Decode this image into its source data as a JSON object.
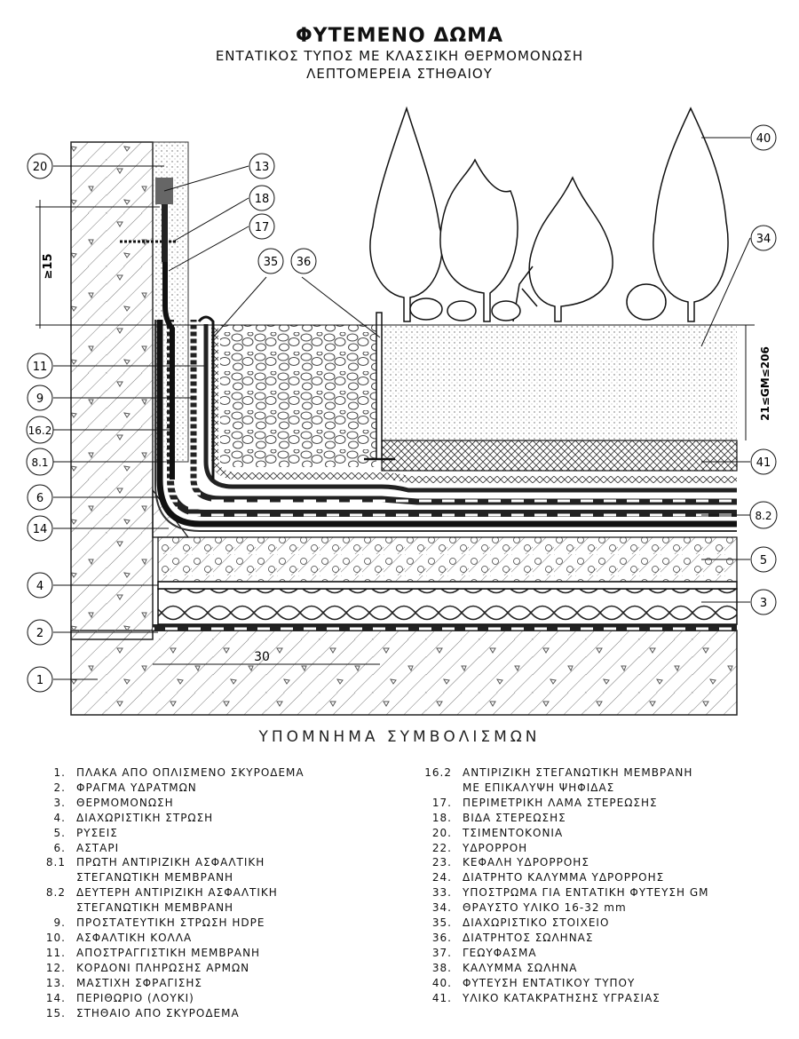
{
  "title": "ΦΥΤΕΜΕΝΟ ΔΩΜΑ",
  "subtitle": "ΕΝΤΑΤΙΚΟΣ ΤΥΠΟΣ ΜΕ ΚΛΑΣΣΙΚΗ ΘΕΡΜΟΜΟΝΩΣΗ",
  "subtitle2": "ΛΕΠΤΟΜΕΡΕΙΑ ΣΤΗΘΑΙΟΥ",
  "dimensions": {
    "parapet_height": "≥15",
    "horizontal": "30",
    "soil_depth": "21≤GM≤206"
  },
  "callouts": {
    "c1": "1",
    "c2": "2",
    "c3": "3",
    "c4": "4",
    "c5": "5",
    "c6": "6",
    "c8_1": "8.1",
    "c8_2": "8.2",
    "c9": "9",
    "c11": "11",
    "c13": "13",
    "c14": "14",
    "c16_2": "16.2",
    "c17": "17",
    "c18": "18",
    "c20": "20",
    "c34": "34",
    "c35": "35",
    "c36": "36",
    "c40": "40",
    "c41": "41"
  },
  "legend_heading": "ΥΠΟΜΝΗΜΑ ΣΥΜΒΟΛΙΣΜΩΝ",
  "legend_left": [
    {
      "num": "1.",
      "text": "ΠΛΑΚΑ ΑΠΟ ΟΠΛΙΣΜΕΝΟ ΣΚΥΡΟΔΕΜΑ"
    },
    {
      "num": "2.",
      "text": "ΦΡΑΓΜΑ ΥΔΡΑΤΜΩΝ"
    },
    {
      "num": "3.",
      "text": "ΘΕΡΜΟΜΟΝΩΣΗ"
    },
    {
      "num": "4.",
      "text": "ΔΙΑΧΩΡΙΣΤΙΚΗ ΣΤΡΩΣΗ"
    },
    {
      "num": "5.",
      "text": "ΡΥΣΕΙΣ"
    },
    {
      "num": "6.",
      "text": "ΑΣΤΑΡΙ"
    },
    {
      "num": "8.1",
      "text": "ΠΡΩΤΗ ΑΝΤΙΡΙΖΙΚΗ ΑΣΦΑΛΤΙΚΗ\nΣΤΕΓΑΝΩΤΙΚΗ ΜΕΜΒΡΑΝΗ"
    },
    {
      "num": "8.2",
      "text": "ΔΕΥΤΕΡΗ ΑΝΤΙΡΙΖΙΚΗ ΑΣΦΑΛΤΙΚΗ\nΣΤΕΓΑΝΩΤΙΚΗ ΜΕΜΒΡΑΝΗ"
    },
    {
      "num": "9.",
      "text": "ΠΡΟΣΤΑΤΕΥΤΙΚΗ ΣΤΡΩΣΗ HDPE"
    },
    {
      "num": "10.",
      "text": "ΑΣΦΑΛΤΙΚΗ ΚΟΛΛΑ"
    },
    {
      "num": "11.",
      "text": "ΑΠΟΣΤΡΑΓΓΙΣΤΙΚΗ ΜΕΜΒΡΑΝΗ"
    },
    {
      "num": "12.",
      "text": "ΚΟΡΔΟΝΙ ΠΛΗΡΩΣΗΣ ΑΡΜΩΝ"
    },
    {
      "num": "13.",
      "text": "ΜΑΣΤΙΧΗ ΣΦΡΑΓΙΣΗΣ"
    },
    {
      "num": "14.",
      "text": "ΠΕΡΙΘΩΡΙΟ (ΛΟΥΚΙ)"
    },
    {
      "num": "15.",
      "text": "ΣΤΗΘΑΙΟ ΑΠΟ ΣΚΥΡΟΔΕΜΑ"
    }
  ],
  "legend_right": [
    {
      "num": "16.2",
      "text": "ΑΝΤΙΡΙΖΙΚΗ ΣΤΕΓΑΝΩΤΙΚΗ ΜΕΜΒΡΑΝΗ\nΜΕ ΕΠΙΚΑΛΥΨΗ ΨΗΦΙΔΑΣ"
    },
    {
      "num": "17.",
      "text": "ΠΕΡΙΜΕΤΡΙΚΗ ΛΑΜΑ ΣΤΕΡΕΩΣΗΣ"
    },
    {
      "num": "18.",
      "text": "ΒΙΔΑ ΣΤΕΡΕΩΣΗΣ"
    },
    {
      "num": "20.",
      "text": "ΤΣΙΜΕΝΤΟΚΟΝΙΑ"
    },
    {
      "num": "22.",
      "text": "ΥΔΡΟΡΡΟΗ"
    },
    {
      "num": "23.",
      "text": "ΚΕΦΑΛΗ ΥΔΡΟΡΡΟΗΣ"
    },
    {
      "num": "24.",
      "text": "ΔΙΑΤΡΗΤΟ ΚΑΛΥΜΜΑ ΥΔΡΟΡΡΟΗΣ"
    },
    {
      "num": "33.",
      "text": "ΥΠΟΣΤΡΩΜΑ ΓΙΑ ΕΝΤΑΤΙΚΗ ΦΥΤΕΥΣΗ GM"
    },
    {
      "num": "34.",
      "text": "ΘΡΑΥΣΤΟ ΥΛΙΚΟ  16-32 mm"
    },
    {
      "num": "35.",
      "text": "ΔΙΑΧΩΡΙΣΤΙΚΟ ΣΤΟΙΧΕΙΟ"
    },
    {
      "num": "36.",
      "text": "ΔΙΑΤΡΗΤΟΣ ΣΩΛΗΝΑΣ"
    },
    {
      "num": "37.",
      "text": "ΓΕΩΥΦΑΣΜΑ"
    },
    {
      "num": "38.",
      "text": "ΚΑΛΥΜΜΑ ΣΩΛΗΝΑ"
    },
    {
      "num": "40.",
      "text": "ΦΥΤΕΥΣΗ ΕΝΤΑΤΙΚΟΥ ΤΥΠΟΥ"
    },
    {
      "num": "41.",
      "text": "ΥΛΙΚΟ ΚΑΤΑΚΡΑΤΗΣΗΣ ΥΓΡΑΣΙΑΣ"
    }
  ]
}
